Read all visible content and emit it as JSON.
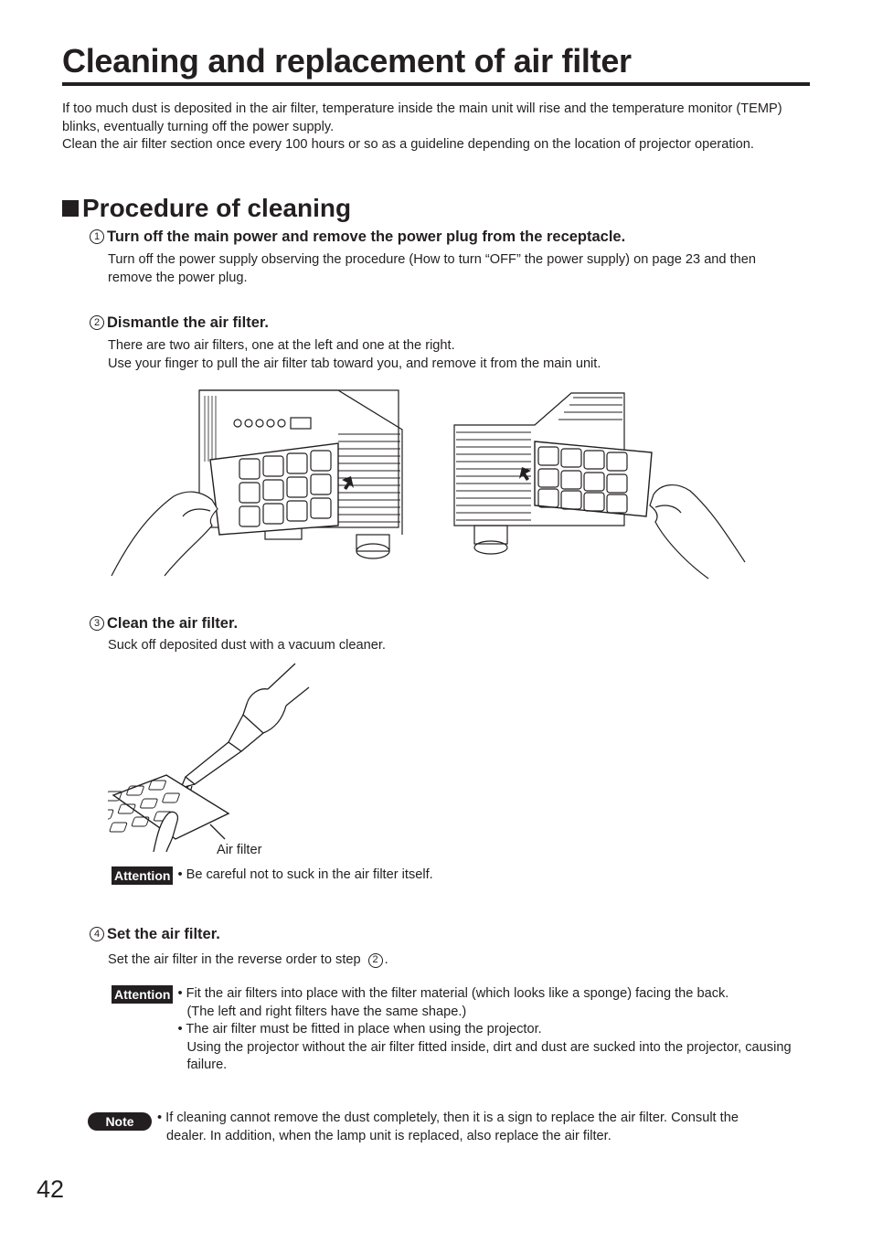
{
  "page": {
    "title": "Cleaning and replacement of air filter",
    "intro": [
      "If too much dust is deposited in the air filter, temperature inside the main unit will rise and the temperature monitor (TEMP) blinks, eventually turning off the power supply.",
      "Clean the air filter section once every 100 hours or so as a guideline depending on the location of projector operation."
    ],
    "section_title": "Procedure of cleaning",
    "steps": [
      {
        "number": "1",
        "heading": "Turn off the main power and remove the power plug from the receptacle.",
        "body": [
          "Turn off the power supply observing the procedure (How to turn “OFF” the power supply) on page 23 and then remove the power plug."
        ]
      },
      {
        "number": "2",
        "heading": "Dismantle the air filter.",
        "body": [
          "There are two air filters, one at the left and one at the right.",
          "Use your finger to pull the air filter tab toward you, and remove it from the main unit."
        ]
      },
      {
        "number": "3",
        "heading": "Clean the air filter.",
        "body": [
          "Suck off deposited dust with a vacuum cleaner."
        ],
        "figure_label": "Air filter",
        "attention": "• Be careful not to suck in the air filter itself."
      },
      {
        "number": "4",
        "heading": "Set the air filter.",
        "body_prefix": "Set the air filter in the reverse order to step",
        "body_ref": "2",
        "body_suffix": ".",
        "attention": [
          "• Fit the air filters into place with the filter material (which looks like a sponge) facing the back.",
          "(The left and right filters have the same shape.)",
          "• The air filter must be fitted in place when using the projector.",
          "Using the projector without the air filter fitted inside, dirt and dust are sucked into the projector, causing failure."
        ]
      }
    ],
    "attention_label": "Attention",
    "note_label": "Note",
    "note": [
      "• If cleaning cannot remove the dust completely, then it is a sign to replace the air filter. Consult the",
      "dealer. In addition, when the lamp unit is replaced, also replace the air filter."
    ],
    "page_number": "42"
  }
}
